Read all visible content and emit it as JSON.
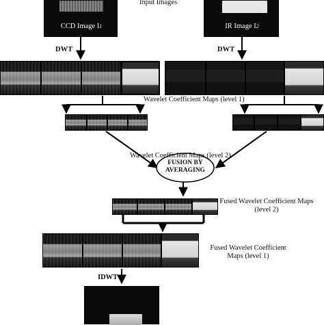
{
  "labels": {
    "input_images": "Input Images",
    "ccd_image": "CCD Image I",
    "ccd_sub": "1",
    "ir_image": "IR Image I",
    "ir_sub": "2",
    "dwt_left": "DWT",
    "dwt_right": "DWT",
    "wavelet_level1": "Wavelet Coefficient Maps (level 1)",
    "wavelet_level2": "Wavelet Coefficient Maps (level 2)",
    "fusion": "FUSION BY AVERAGING",
    "fused_level2": "Fused Wavelet Coefficient Maps (level 2)",
    "fused_level1": "Fused Wavelet Coefficient Maps (level 1)",
    "idwt": "IDWT"
  },
  "colors": {
    "line": "#000000",
    "panel_dark": "#0a0a0a",
    "text": "#111111"
  }
}
